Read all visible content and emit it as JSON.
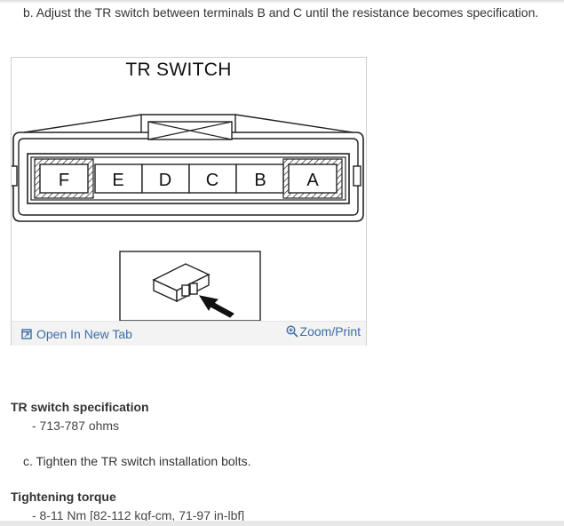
{
  "step_b": "b. Adjust the TR switch between terminals B and C until the resistance becomes specification.",
  "figure": {
    "title": "TR SWITCH",
    "terminals": [
      "F",
      "E",
      "D",
      "C",
      "B",
      "A"
    ],
    "open_label": "Open In New Tab",
    "zoom_label": "Zoom/Print"
  },
  "spec": {
    "heading": "TR switch specification",
    "value": "- 713-787 ohms"
  },
  "step_c": "c. Tighten the TR switch installation bolts.",
  "torque": {
    "heading": "Tightening torque",
    "value": "- 8-11 Nm [82-112 kgf-cm, 71-97 in-lbf]"
  },
  "colors": {
    "link": "#3a6ea5"
  }
}
